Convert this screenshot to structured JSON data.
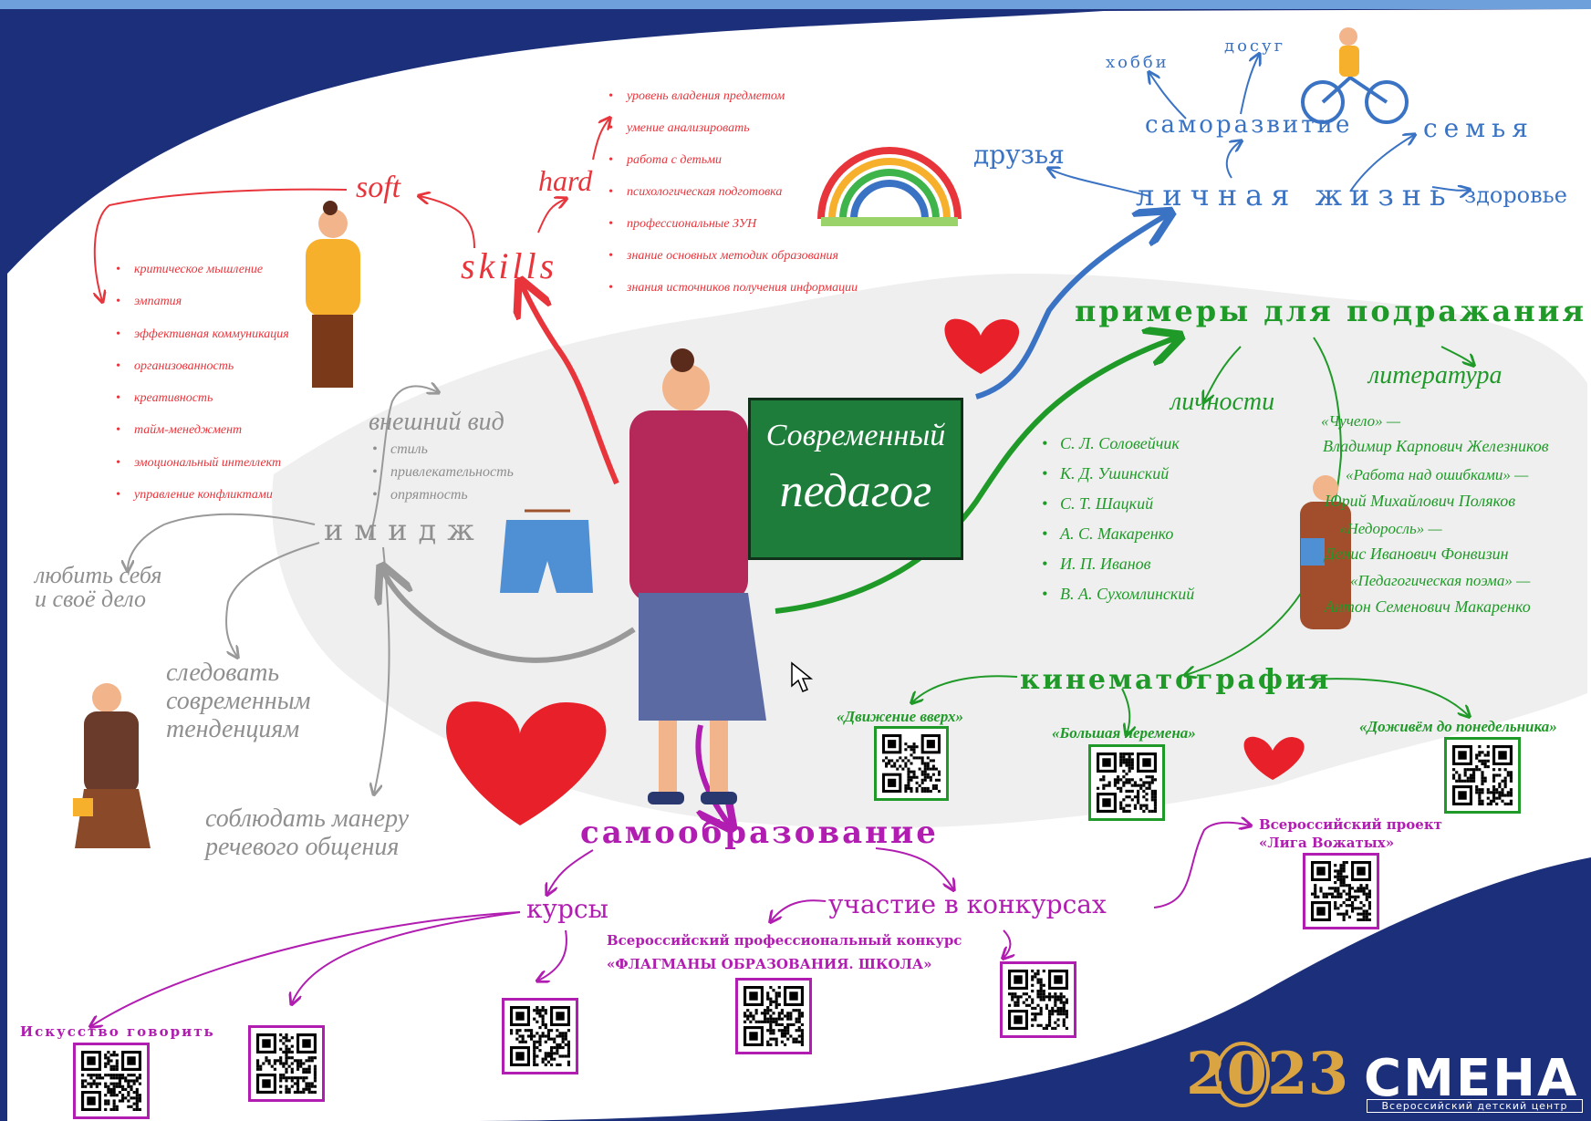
{
  "center": {
    "line1": "Современный",
    "line2": "педагог"
  },
  "skills": {
    "title": "skills",
    "soft": {
      "label": "soft",
      "items": [
        "критическое мышление",
        "эмпатия",
        "эффективная коммуникация",
        "организованность",
        "креативность",
        "тайм-менеджмент",
        "эмоциональный интеллект",
        "управление конфликтами"
      ]
    },
    "hard": {
      "label": "hard",
      "items": [
        "уровень владения предметом",
        "умение анализировать",
        "работа с детьми",
        "психологическая подготовка",
        "профессиональные ЗУН",
        "знание основных методик образования",
        "знания источников получения информации"
      ]
    }
  },
  "image": {
    "title": "имидж",
    "appearance": {
      "label": "внешний вид",
      "items": [
        "стиль",
        "привлекательность",
        "опрятность"
      ]
    },
    "love": "любить себя\nи своё дело",
    "trends": "следовать\nсовременным\nтенденциям",
    "speech": "соблюдать манеру\nречевого общения"
  },
  "personal": {
    "title": "личная жизнь",
    "friends": "друзья",
    "self_dev": "саморазвитие",
    "hobby": "хобби",
    "leisure": "досуг",
    "family": "семья",
    "health": "здоровье"
  },
  "examples": {
    "title": "примеры для подражания",
    "persons": {
      "label": "личности",
      "items": [
        "С. Л. Соловейчик",
        "К. Д. Ушинский",
        "С. Т. Шацкий",
        "А. С. Макаренко",
        "И. П. Иванов",
        "В. А. Сухомлинский"
      ]
    },
    "literature": {
      "label": "литература",
      "items": [
        {
          "book": "«Чучело» —",
          "author": "Владимир Карпович Железников"
        },
        {
          "book": "«Работа над ошибками» —",
          "author": "Юрий Михайлович Поляков"
        },
        {
          "book": "«Недоросль» —",
          "author": "Денис Иванович Фонвизин"
        },
        {
          "book": "«Педагогическая поэма» —",
          "author": "Антон Семенович Макаренко"
        }
      ]
    },
    "cinema": {
      "label": "кинематография",
      "films": [
        "«Движение вверх»",
        "«Большая перемена»",
        "«Доживём до понедельника»"
      ]
    }
  },
  "selfedu": {
    "title": "самообразование",
    "courses": "курсы",
    "art_of_speech": "Искусство говорить",
    "contests": "участие в конкурсах",
    "contest1_line1": "Всероссийский профессиональный конкурс",
    "contest1_line2": "«ФЛАГМАНЫ ОБРАЗОВАНИЯ. ШКОЛА»",
    "project_line1": "Всероссийский проект",
    "project_line2": "«Лига Вожатых»"
  },
  "logos": {
    "year_logo": "2023",
    "smena": "СМЕНА",
    "smena_sub": "Всероссийский детский центр"
  },
  "colors": {
    "soft": "#e8353c",
    "image": "#8f8f8f",
    "personal": "#3a73c4",
    "examples": "#1f9a28",
    "selfedu": "#b01db0",
    "frame": "#1c2f7a",
    "board": "#1e7d3b"
  }
}
